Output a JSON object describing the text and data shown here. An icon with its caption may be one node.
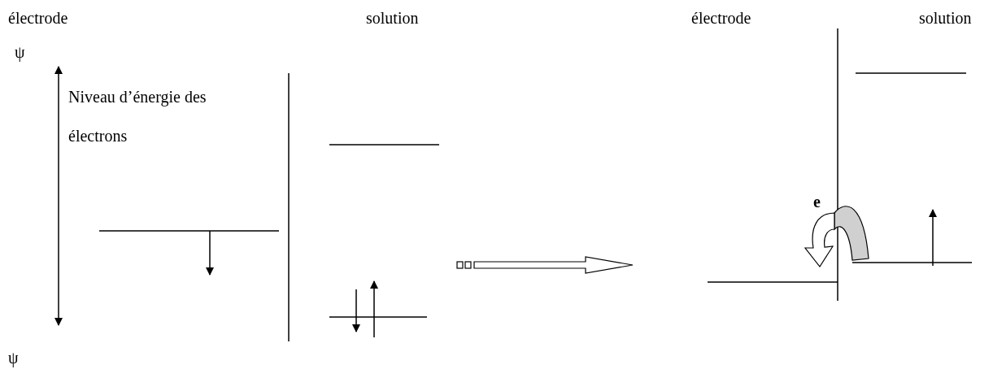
{
  "diagram": {
    "labels": [
      "électrode",
      "solution",
      "électrode",
      "solution",
      "ψ",
      "Niveau d’énergie des électrons",
      "e",
      "ψ"
    ]
  }
}
